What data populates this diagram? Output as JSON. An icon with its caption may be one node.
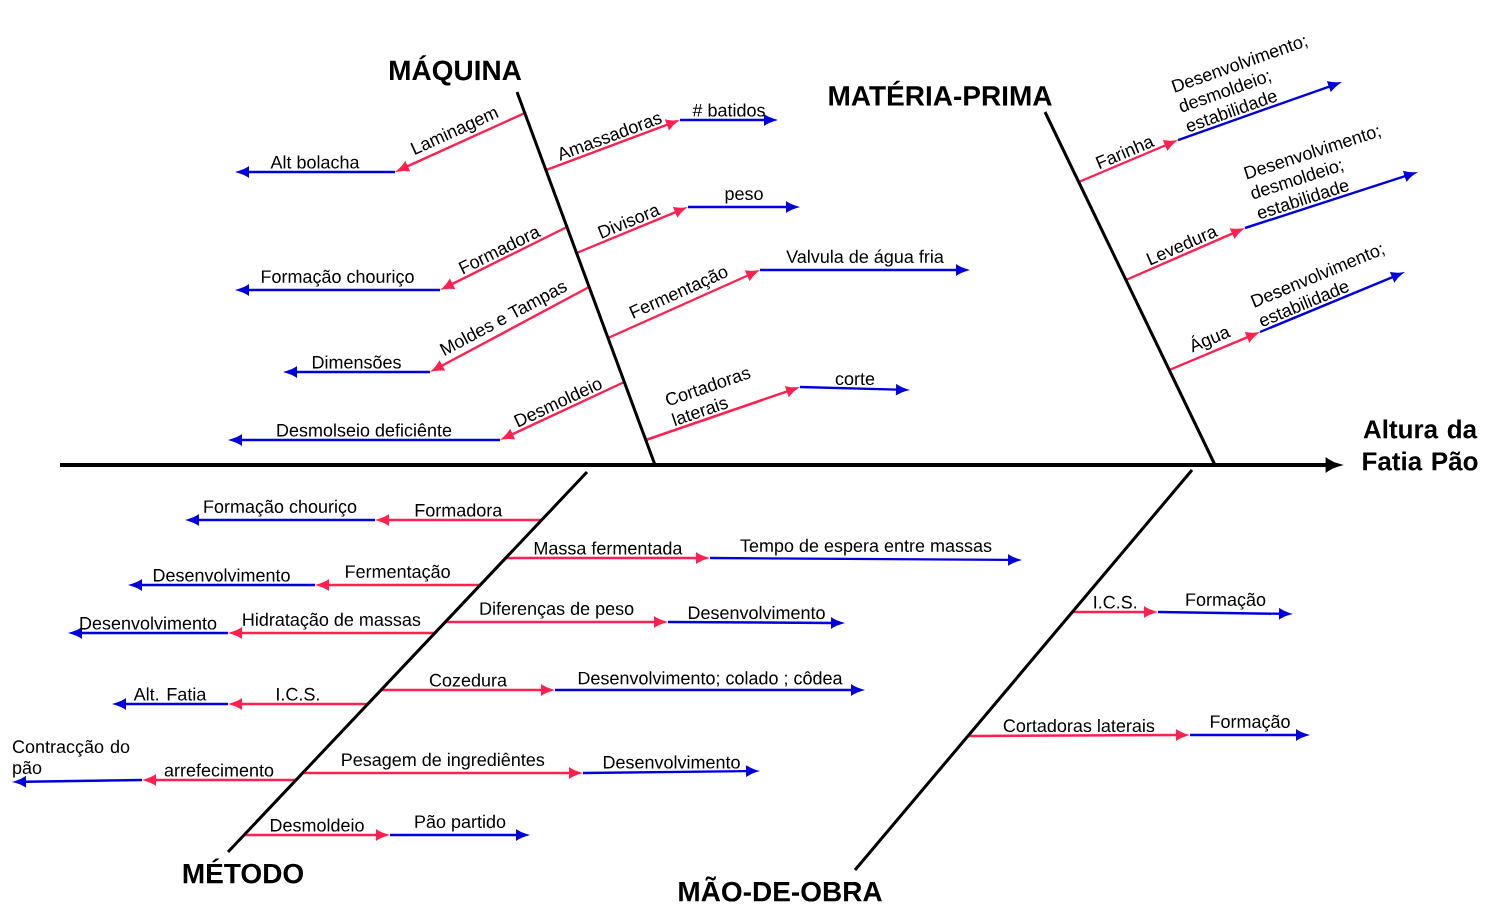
{
  "diagram": {
    "nodes": [
      {
        "text": [
          "MÁQUINA"
        ]
      },
      {
        "text": [
          "MATÉRIA-PRIMA"
        ]
      },
      {
        "text": [
          "MÉTODO"
        ]
      },
      {
        "text": [
          "MÃO-DE-OBRA"
        ]
      },
      {
        "text": [
          "Altura da Fatia Pão"
        ]
      }
    ],
    "edges": [
      {
        "from": null,
        "to": 4,
        "arrow": "to"
      },
      {
        "from": 0,
        "to": null,
        "arrow": "none"
      },
      {
        "from": 1,
        "to": null,
        "arrow": "none"
      },
      {
        "from": 2,
        "to": null,
        "arrow": "none"
      },
      {
        "from": 3,
        "to": null,
        "arrow": "none"
      }
    ],
    "labels": [
      "Laminagem",
      "Alt bolacha",
      "Formadora",
      "Formação chouriço",
      "Moldes e Tampas",
      "Dimensões",
      "Desmoldeio",
      "Desmolseio deficiênte",
      "Amassadoras",
      "# batidos",
      "Divisora",
      "peso",
      "Fermentação",
      "Valvula de água fria",
      "Cortadoras laterais",
      "corte",
      "Farinha",
      "Desenvolvimento; desmoldeio; estabilidade",
      "Levedura",
      "Desenvolvimento; desmoldeio; estabilidade",
      "Água",
      "Desenvolvimento; estabilidade",
      "Formadora",
      "Formação chouriço",
      "Fermentação",
      "Desenvolvimento",
      "Hidratação de massas",
      "Desenvolvimento",
      "I.C.S.",
      "Alt. Fatia",
      "arrefecimento",
      "Contracção do pão",
      "Massa fermentada",
      "Tempo de espera entre massas",
      "Diferenças de peso",
      "Desenvolvimento",
      "Cozedura",
      "Desenvolvimento; colado ; côdea",
      "Pesagem de ingrediêntes",
      "Desenvolvimento",
      "Desmoldeio",
      "Pão partido",
      "I.C.S.",
      "Formação",
      "Cortadoras laterais",
      "Formação"
    ]
  }
}
